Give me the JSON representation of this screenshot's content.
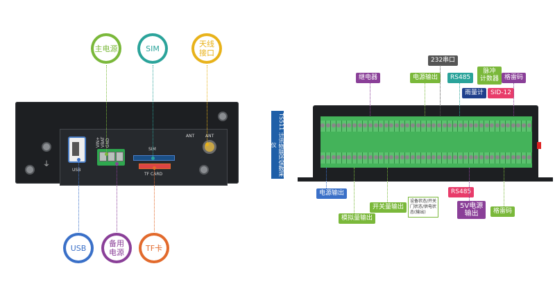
{
  "left_device": {
    "port_labels": {
      "usb": "USB",
      "vbat": "VIN+\nVBAT\nGND",
      "sim": "SIM",
      "tf": "TF CARD",
      "ant1": "ANT",
      "ant2": "ANT"
    }
  },
  "left_callouts": {
    "main_power": "主电源",
    "sim": "SIM",
    "antenna": "天线\n接口",
    "usb": "USB",
    "backup_power": "备用\n电源",
    "tf": "TF卡"
  },
  "right_device": {
    "vertical_label": "TS511 计讯物联环保数采仪"
  },
  "right_tags": {
    "relay": "继电器",
    "power_out_top": "电源输出",
    "rs232": "232串口",
    "rs485_top": "RS485",
    "pulse": "脉冲\n计数器",
    "gray_code_top": "格雷码",
    "rain": "雨量计",
    "sid": "SID-12",
    "power_out_bottom": "电源输出",
    "analog_out": "模拟量输出",
    "switch_out": "开关量输出",
    "status_note": "设备状态/开关\n门状态/供电状\n态(输出)",
    "rs485_bottom": "RS485",
    "v5_out": "5V电源\n输出",
    "gray_code_bottom": "格雷码"
  },
  "colors": {
    "green": "#7ab83a",
    "teal": "#2aa39a",
    "yellow": "#e8b21a",
    "blue": "#3a70c8",
    "purple": "#8a3f98",
    "orange": "#e26a2c",
    "dark": "#555555",
    "navy": "#1f3f8c",
    "red": "#e83c6a"
  }
}
